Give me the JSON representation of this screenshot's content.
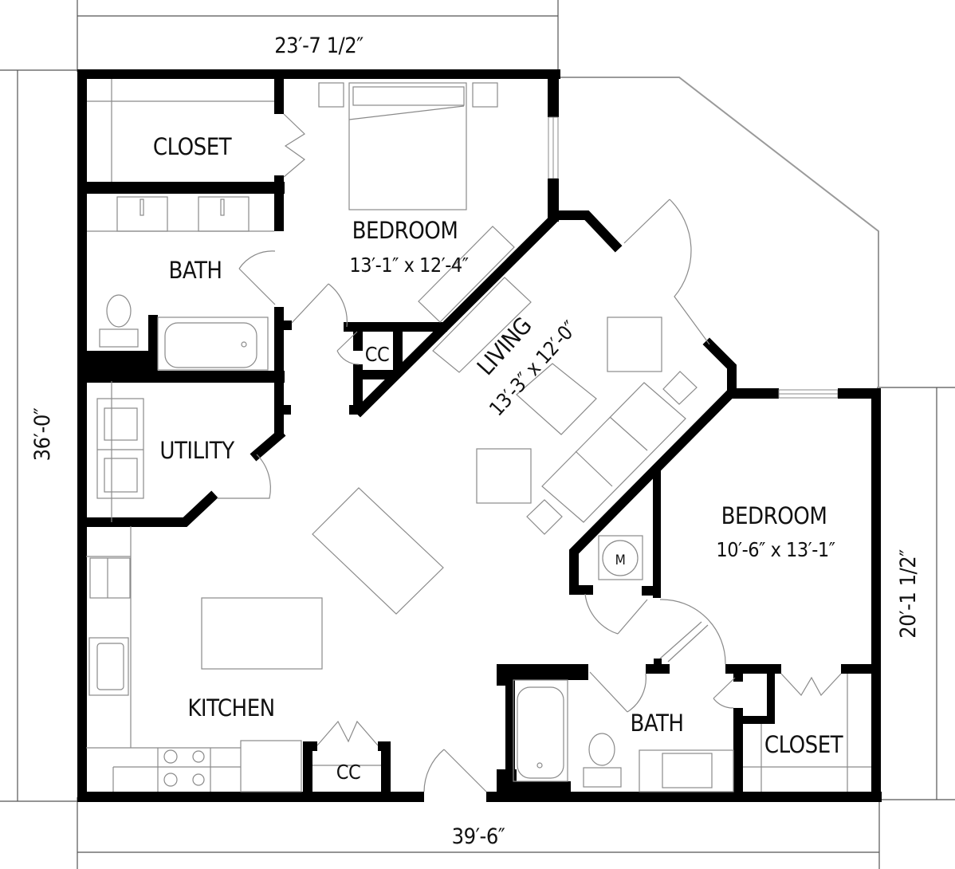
{
  "floor_plan": {
    "dimensions": {
      "top_width": "23′-7 1/2″",
      "left_height": "36′-0″",
      "bottom_width": "39′-6″",
      "right_height": "20′-1 1/2″"
    },
    "rooms": [
      {
        "id": "closet-primary",
        "name": "CLOSET",
        "size": ""
      },
      {
        "id": "bedroom-primary",
        "name": "BEDROOM",
        "size": "13′-1″ x 12′-4″"
      },
      {
        "id": "bath-primary",
        "name": "BATH",
        "size": ""
      },
      {
        "id": "cc-upper",
        "name": "CC",
        "size": ""
      },
      {
        "id": "living",
        "name": "LIVING",
        "size": "13′-3″ x 12′-0″"
      },
      {
        "id": "utility",
        "name": "UTILITY",
        "size": ""
      },
      {
        "id": "bedroom-secondary",
        "name": "BEDROOM",
        "size": "10′-6″ x 13′-1″"
      },
      {
        "id": "kitchen",
        "name": "KITCHEN",
        "size": ""
      },
      {
        "id": "cc-lower",
        "name": "CC",
        "size": ""
      },
      {
        "id": "bath-secondary",
        "name": "BATH",
        "size": ""
      },
      {
        "id": "closet-secondary",
        "name": "CLOSET",
        "size": ""
      }
    ],
    "fixtures": {
      "mechanical_label": "M"
    }
  }
}
